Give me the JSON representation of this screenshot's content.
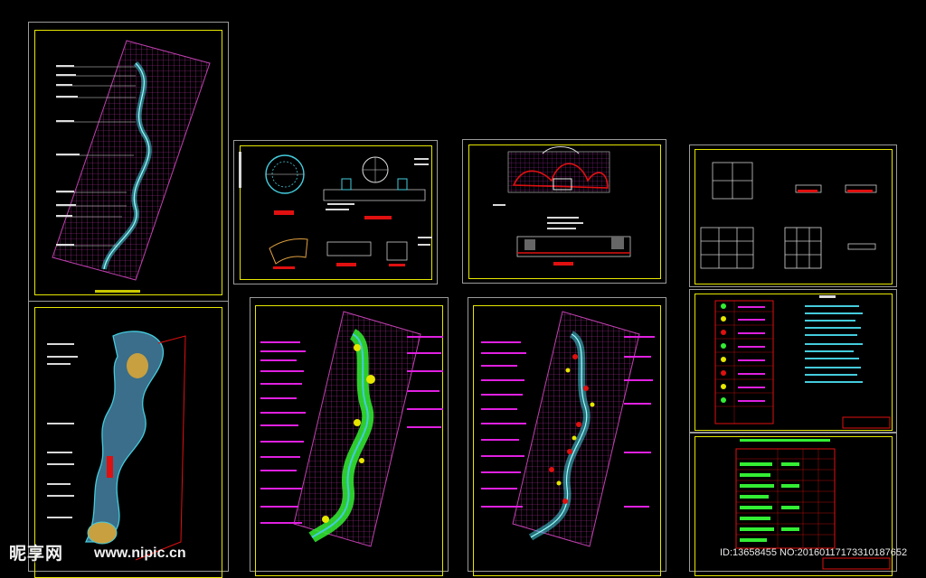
{
  "watermark": {
    "logo": "昵享网",
    "site": "www.nipic.cn",
    "id_text": "ID:13658455 NO:20160117173310187652"
  },
  "drawing_sheets": [
    {
      "name": "plan-grid-sheet",
      "content": "curved path plan on magenta grid"
    },
    {
      "name": "fountain-detail-sheet",
      "content": "circular fountain plan and sections"
    },
    {
      "name": "wall-elevation-sheet",
      "content": "red wall elevation and section"
    },
    {
      "name": "paving-detail-sheet",
      "content": "paving details"
    },
    {
      "name": "layout-plan-sheet",
      "content": "site layout plan"
    },
    {
      "name": "planting-plan-sheet",
      "content": "green planting plan"
    },
    {
      "name": "plant-points-sheet",
      "content": "planting points plan"
    },
    {
      "name": "legend-table-sheet",
      "content": "plant legend table with notes"
    },
    {
      "name": "schedule-table-sheet",
      "content": "green schedule table"
    }
  ],
  "colors": {
    "sheet_border": "#9a9a9a",
    "frame": "#e6e600",
    "grid": "#b0329c",
    "path": "#44ccdd",
    "label": "#e020e0",
    "plant": "#33ee33",
    "detail_red": "#e01010"
  }
}
